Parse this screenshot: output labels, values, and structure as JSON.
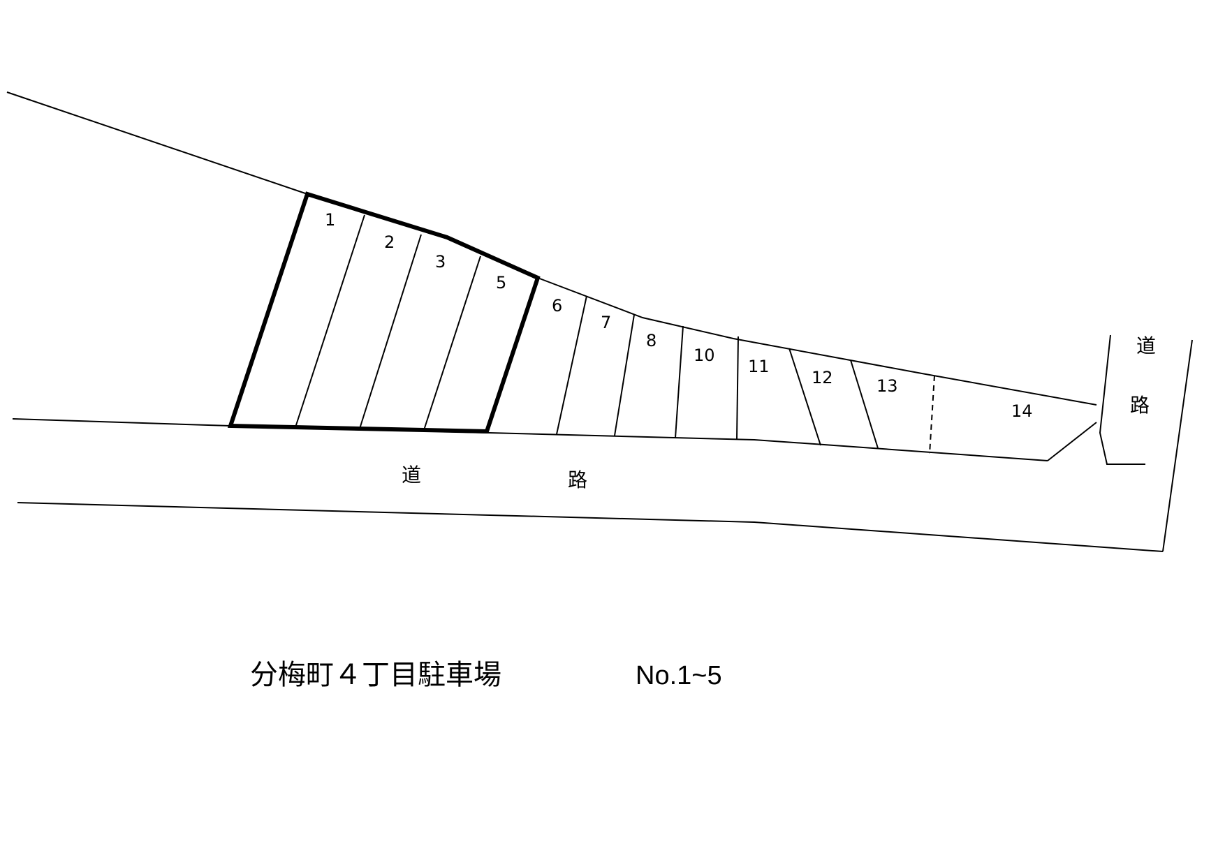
{
  "lots": [
    {
      "label": "1"
    },
    {
      "label": "2"
    },
    {
      "label": "3"
    },
    {
      "label": "5"
    },
    {
      "label": "6"
    },
    {
      "label": "7"
    },
    {
      "label": "8"
    },
    {
      "label": "10"
    },
    {
      "label": "11"
    },
    {
      "label": "12"
    },
    {
      "label": "13"
    },
    {
      "label": "14"
    }
  ],
  "roads": {
    "main_char_1": "道",
    "main_char_2": "路",
    "side_char_1": "道",
    "side_char_2": "路"
  },
  "caption": {
    "title": "分梅町４丁目駐車場",
    "range": "No.1~5"
  }
}
